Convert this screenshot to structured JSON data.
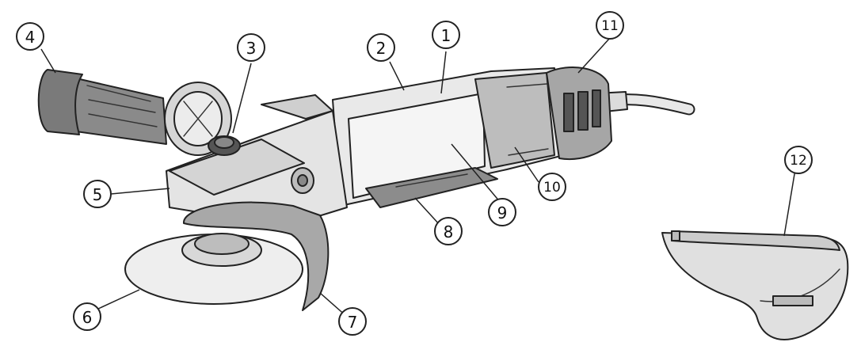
{
  "callouts": [
    {
      "id": "1",
      "label": "1"
    },
    {
      "id": "2",
      "label": "2"
    },
    {
      "id": "3",
      "label": "3"
    },
    {
      "id": "4",
      "label": "4"
    },
    {
      "id": "5",
      "label": "5"
    },
    {
      "id": "6",
      "label": "6"
    },
    {
      "id": "7",
      "label": "7"
    },
    {
      "id": "8",
      "label": "8"
    },
    {
      "id": "9",
      "label": "9"
    },
    {
      "id": "10",
      "label": "10"
    },
    {
      "id": "11",
      "label": "11"
    },
    {
      "id": "12",
      "label": "12"
    }
  ],
  "colors": {
    "stroke": "#222222",
    "body_light": "#ededed",
    "body_mid": "#cfcfcf",
    "body_dark": "#9a9a9a",
    "grip": "#7a7a7a",
    "background": "#ffffff"
  }
}
